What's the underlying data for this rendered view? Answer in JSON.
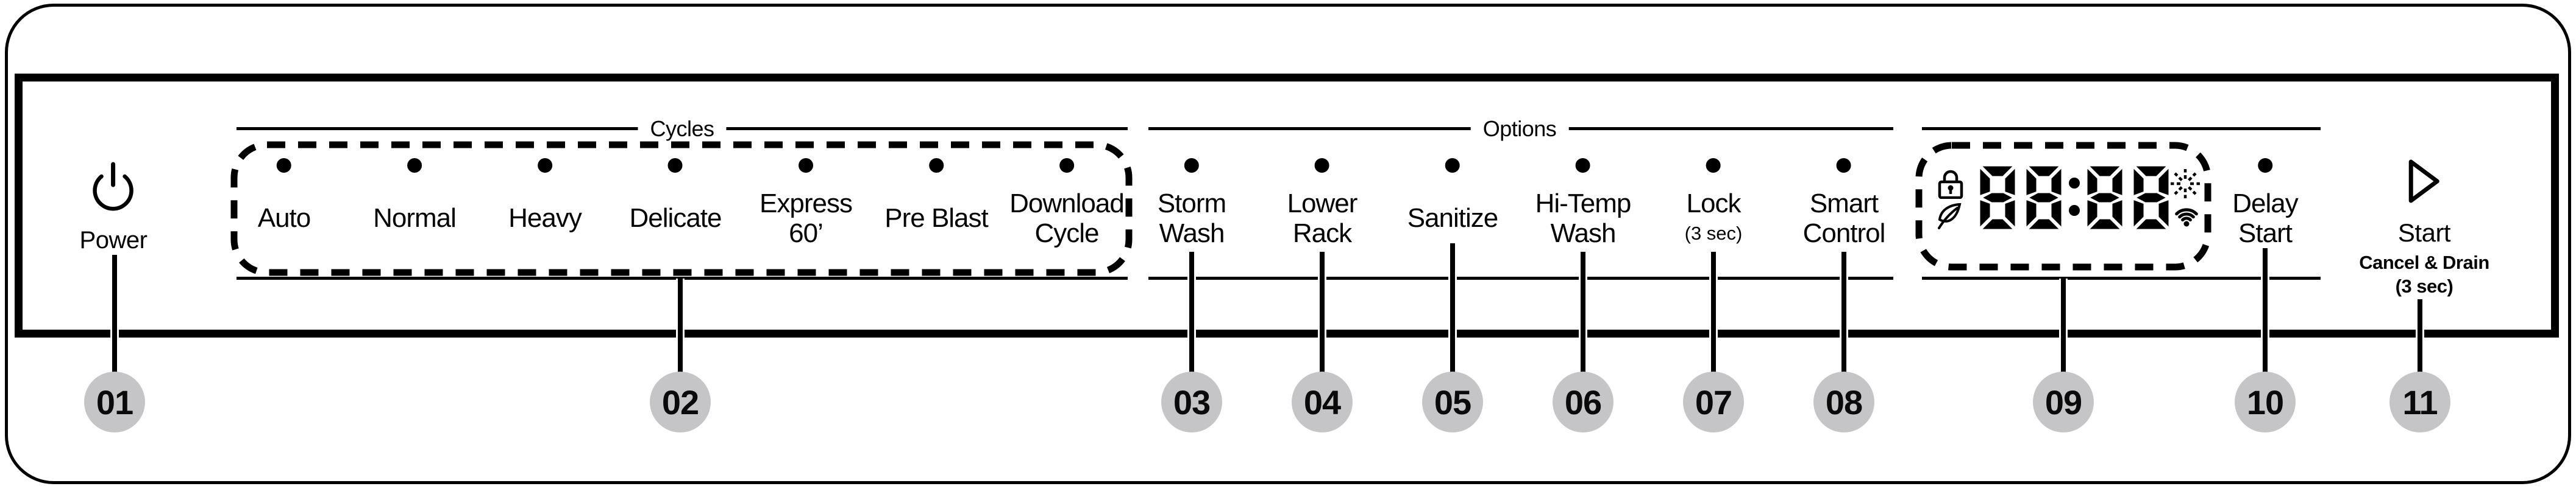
{
  "panel_type": "dishwasher-control-panel-diagram",
  "power": {
    "label": "Power"
  },
  "cycles": {
    "title": "Cycles",
    "items": [
      {
        "id": "auto",
        "lines": [
          "Auto"
        ]
      },
      {
        "id": "normal",
        "lines": [
          "Normal"
        ]
      },
      {
        "id": "heavy",
        "lines": [
          "Heavy"
        ]
      },
      {
        "id": "delicate",
        "lines": [
          "Delicate"
        ]
      },
      {
        "id": "express-60",
        "lines": [
          "Express",
          "60’"
        ]
      },
      {
        "id": "pre-blast",
        "lines": [
          "Pre Blast"
        ]
      },
      {
        "id": "download-cycle",
        "lines": [
          "Download",
          "Cycle"
        ]
      }
    ]
  },
  "options": {
    "title": "Options",
    "items": [
      {
        "id": "storm-wash",
        "lines": [
          "Storm",
          "Wash"
        ]
      },
      {
        "id": "lower-rack",
        "lines": [
          "Lower",
          "Rack"
        ]
      },
      {
        "id": "sanitize",
        "lines": [
          "Sanitize"
        ]
      },
      {
        "id": "hi-temp-wash",
        "lines": [
          "Hi-Temp",
          "Wash"
        ]
      },
      {
        "id": "lock",
        "lines": [
          "Lock"
        ],
        "sub": "(3 sec)"
      },
      {
        "id": "smart-control",
        "lines": [
          "Smart",
          "Control"
        ]
      }
    ]
  },
  "display": {
    "value": "88:88",
    "indicator_icons": [
      "lock-icon",
      "eco-leaf-icon",
      "sanitize-burst-icon",
      "wifi-icon"
    ]
  },
  "delay_start": {
    "lines": [
      "Delay",
      "Start"
    ]
  },
  "start": {
    "label": "Start",
    "sub_line1": "Cancel & Drain",
    "sub_line2": "(3 sec)"
  },
  "callouts": [
    "01",
    "02",
    "03",
    "04",
    "05",
    "06",
    "07",
    "08",
    "09",
    "10",
    "11"
  ],
  "colors": {
    "ink": "#000000",
    "callout_circle": "#c5c5c7",
    "background": "#ffffff"
  }
}
